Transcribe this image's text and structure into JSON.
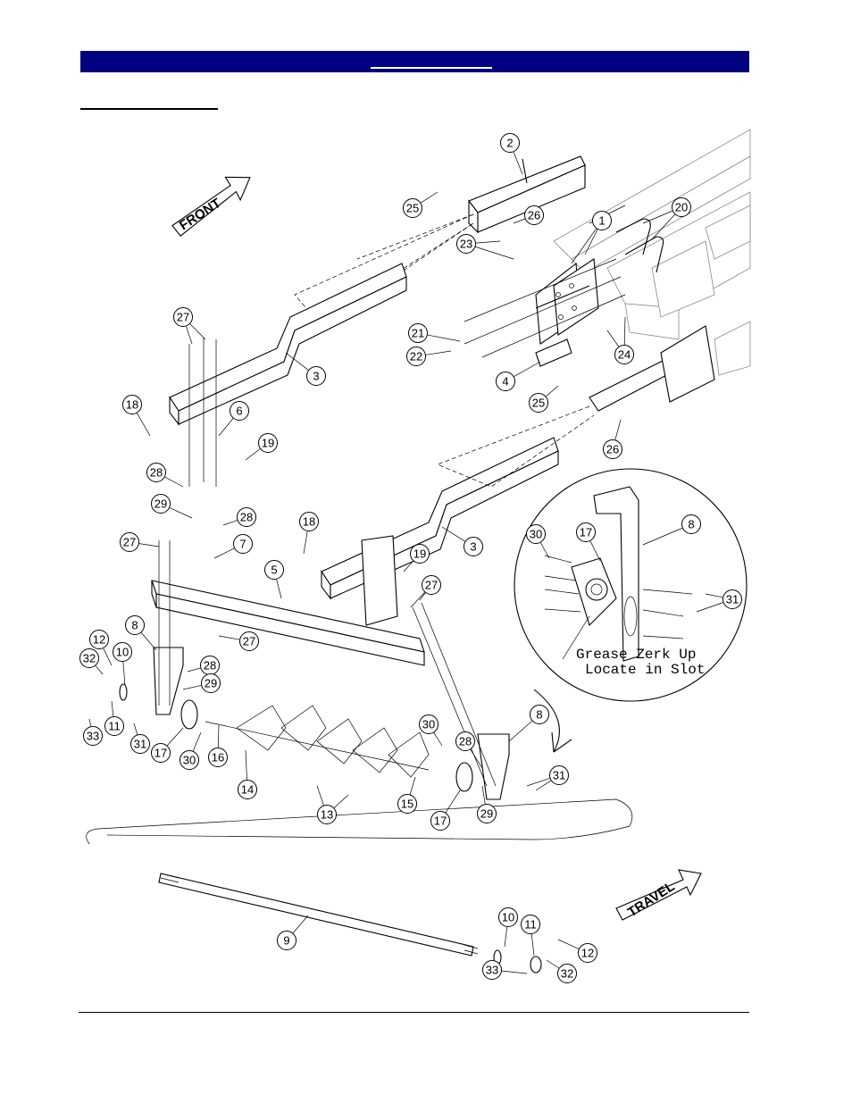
{
  "header": {
    "title": ""
  },
  "section": {
    "title": ""
  },
  "labels": [
    {
      "id": "l2",
      "text": "2"
    },
    {
      "id": "l25a",
      "text": "25"
    },
    {
      "id": "l26a",
      "text": "26"
    },
    {
      "id": "l1",
      "text": "1"
    },
    {
      "id": "l20",
      "text": "20"
    },
    {
      "id": "l23",
      "text": "23"
    },
    {
      "id": "l27a",
      "text": "27"
    },
    {
      "id": "l21",
      "text": "21"
    },
    {
      "id": "l22",
      "text": "22"
    },
    {
      "id": "l3a",
      "text": "3"
    },
    {
      "id": "l4",
      "text": "4"
    },
    {
      "id": "l24",
      "text": "24"
    },
    {
      "id": "l18a",
      "text": "18"
    },
    {
      "id": "l6",
      "text": "6"
    },
    {
      "id": "l25b",
      "text": "25"
    },
    {
      "id": "l19a",
      "text": "19"
    },
    {
      "id": "l26b",
      "text": "26"
    },
    {
      "id": "l28a",
      "text": "28"
    },
    {
      "id": "l29a",
      "text": "29"
    },
    {
      "id": "l28b",
      "text": "28"
    },
    {
      "id": "l27b",
      "text": "27"
    },
    {
      "id": "l7",
      "text": "7"
    },
    {
      "id": "l18b",
      "text": "18"
    },
    {
      "id": "l3b",
      "text": "3"
    },
    {
      "id": "l5",
      "text": "5"
    },
    {
      "id": "l19b",
      "text": "19"
    },
    {
      "id": "l27c",
      "text": "27"
    },
    {
      "id": "l8a",
      "text": "8"
    },
    {
      "id": "l27d",
      "text": "27"
    },
    {
      "id": "l12a",
      "text": "12"
    },
    {
      "id": "l10a",
      "text": "10"
    },
    {
      "id": "l32a",
      "text": "32"
    },
    {
      "id": "l28c",
      "text": "28"
    },
    {
      "id": "l29b",
      "text": "29"
    },
    {
      "id": "l11a",
      "text": "11"
    },
    {
      "id": "l33a",
      "text": "33"
    },
    {
      "id": "l31a",
      "text": "31"
    },
    {
      "id": "l17a",
      "text": "17"
    },
    {
      "id": "l30a",
      "text": "30"
    },
    {
      "id": "l16",
      "text": "16"
    },
    {
      "id": "l14",
      "text": "14"
    },
    {
      "id": "l13",
      "text": "13"
    },
    {
      "id": "l30b",
      "text": "30"
    },
    {
      "id": "l15",
      "text": "15"
    },
    {
      "id": "l28d",
      "text": "28"
    },
    {
      "id": "l8b",
      "text": "8"
    },
    {
      "id": "l31b",
      "text": "31"
    },
    {
      "id": "l17b",
      "text": "17"
    },
    {
      "id": "l29c",
      "text": "29"
    },
    {
      "id": "l30c",
      "text": "30"
    },
    {
      "id": "l17c",
      "text": "17"
    },
    {
      "id": "l8c",
      "text": "8"
    },
    {
      "id": "l31c",
      "text": "31"
    },
    {
      "id": "l9",
      "text": "9"
    },
    {
      "id": "l10b",
      "text": "10"
    },
    {
      "id": "l11b",
      "text": "11"
    },
    {
      "id": "l12b",
      "text": "12"
    },
    {
      "id": "l33b",
      "text": "33"
    },
    {
      "id": "l32b",
      "text": "32"
    }
  ],
  "detail_note": {
    "line1": "Grease Zerk Up",
    "line2": "Locate in Slot"
  },
  "direction_arrows": {
    "front": "FRONT",
    "travel": "TRAVEL"
  }
}
